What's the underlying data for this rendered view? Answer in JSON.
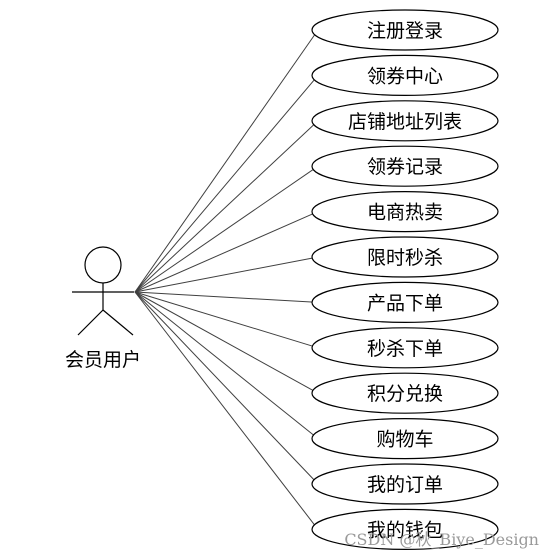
{
  "actor": {
    "label": "会员用户"
  },
  "use_cases": [
    {
      "label": "注册登录"
    },
    {
      "label": "领券中心"
    },
    {
      "label": "店铺地址列表"
    },
    {
      "label": "领券记录"
    },
    {
      "label": "电商热卖"
    },
    {
      "label": "限时秒杀"
    },
    {
      "label": "产品下单"
    },
    {
      "label": "秒杀下单"
    },
    {
      "label": "积分兑换"
    },
    {
      "label": "购物车"
    },
    {
      "label": "我的订单"
    },
    {
      "label": "我的钱包"
    }
  ],
  "watermark": "CSDN @秋_Biye_Design",
  "colors": {
    "stroke": "#000000",
    "ellipse_fill": "#ffffff",
    "line": "#404040"
  }
}
